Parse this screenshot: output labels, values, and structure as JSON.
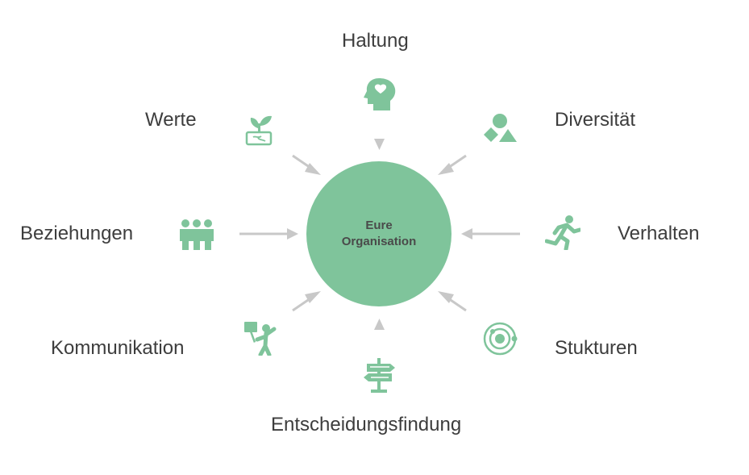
{
  "colors": {
    "accent": "#7fc49b",
    "arrow": "#c8c8c8",
    "text": "#3d3d3d"
  },
  "center": {
    "line1": "Eure",
    "line2": "Organisation"
  },
  "labels": {
    "haltung": "Haltung",
    "werte": "Werte",
    "diversitaet": "Diversität",
    "beziehungen": "Beziehungen",
    "verhalten": "Verhalten",
    "kommunikation": "Kommunikation",
    "stukturen": "Stukturen",
    "entscheidungsfindung": "Entscheidungsfindung"
  },
  "icons": {
    "haltung": "head-heart-icon",
    "werte": "seedling-icon",
    "diversitaet": "shapes-icon",
    "beziehungen": "group-people-icon",
    "verhalten": "running-person-icon",
    "kommunikation": "protest-sign-icon",
    "stukturen": "orbit-icon",
    "entscheidungsfindung": "signpost-icon"
  }
}
